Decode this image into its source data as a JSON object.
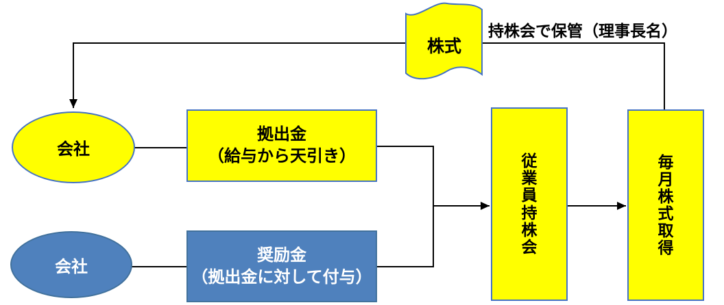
{
  "diagram": {
    "annotation": {
      "storage_note": "持株会で保管（理事長名）"
    },
    "nodes": {
      "stock_flag": {
        "label": "株式",
        "shape": "wave-flag",
        "fill": "#FFFF00"
      },
      "company_top": {
        "label": "会社",
        "shape": "ellipse",
        "fill": "#FFFF00",
        "text_color": "#000000"
      },
      "company_bottom": {
        "label": "会社",
        "shape": "ellipse",
        "fill": "#4F81BD",
        "text_color": "#FFFFFF"
      },
      "contribution": {
        "line1": "拠出金",
        "line2": "（給与から天引き）",
        "shape": "rect",
        "fill": "#FFFF00"
      },
      "incentive": {
        "line1": "奨励金",
        "line2": "（拠出金に対して付与）",
        "shape": "rect",
        "fill": "#4F81BD"
      },
      "association": {
        "label": "従業員持株会",
        "shape": "vertical-rect",
        "fill": "#FFFF00"
      },
      "acquisition": {
        "label": "毎月株式取得",
        "shape": "vertical-rect",
        "fill": "#FFFF00"
      }
    },
    "colors": {
      "yellow_fill": "#FFFF00",
      "blue_fill": "#4F81BD",
      "yellow_border": "#4472C4",
      "blue_border": "#41719C",
      "connector": "#000000"
    }
  }
}
